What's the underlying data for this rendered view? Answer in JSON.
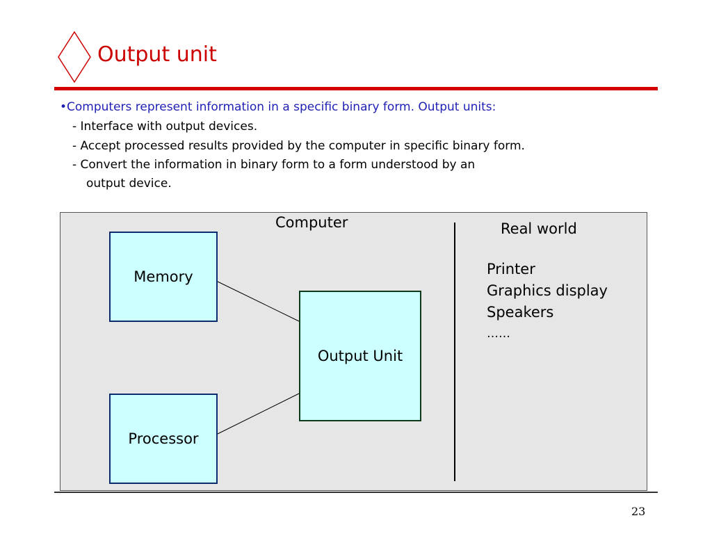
{
  "slide": {
    "title": "Output unit",
    "title_color": "#cc0000",
    "accent_color": "#d40000",
    "bullet_color": "#1f1fb5",
    "page_number": "23"
  },
  "bullets": {
    "main": "•Computers represent information in a specific binary form. Output units:",
    "subs": [
      "- Interface with output devices.",
      "- Accept processed results provided by the computer in specific binary form.",
      "- Convert the information in binary form to a form understood by an",
      "output device."
    ]
  },
  "diagram": {
    "computer_label": "Computer",
    "real_world_label": "Real world",
    "boxes": {
      "memory": "Memory",
      "processor": "Processor",
      "output_unit": "Output Unit"
    },
    "box_fill": "#ccffff",
    "devices": [
      "Printer",
      "Graphics display",
      "Speakers",
      "……"
    ]
  }
}
